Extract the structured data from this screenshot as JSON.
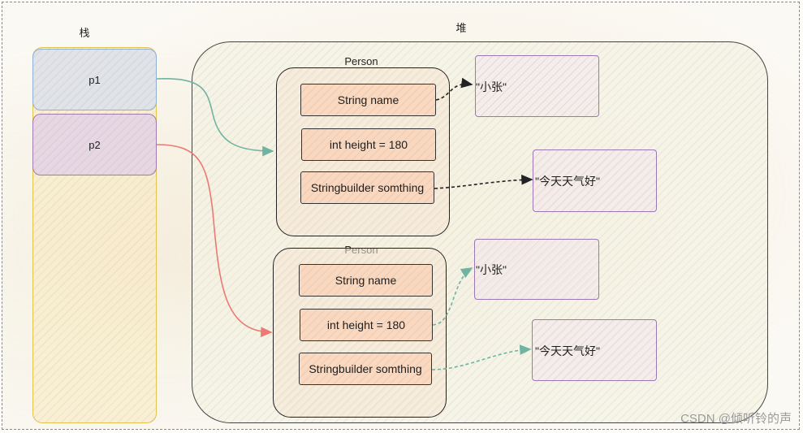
{
  "labels": {
    "stack": "栈",
    "heap": "堆"
  },
  "stack": {
    "cells": [
      {
        "label": "p1"
      },
      {
        "label": "p2"
      }
    ]
  },
  "persons": [
    {
      "title": "Person",
      "fields": [
        "String name",
        "int height = 180",
        "Stringbuilder somthing"
      ],
      "values": [
        "\"小张\"",
        "\"今天天气好\""
      ]
    },
    {
      "title": "Person",
      "fields": [
        "String name",
        "int height = 180",
        "Stringbuilder somthing"
      ],
      "values": [
        "\"小张\"",
        "\"今天天气好\""
      ]
    }
  ],
  "colors": {
    "arrow_p1": "#6fb3a0",
    "arrow_p2": "#ea7a73",
    "arrow_p1_fields": "#222222",
    "arrow_p2_fields": "#6fb3a0"
  },
  "watermark": "CSDN @倾听铃的声"
}
